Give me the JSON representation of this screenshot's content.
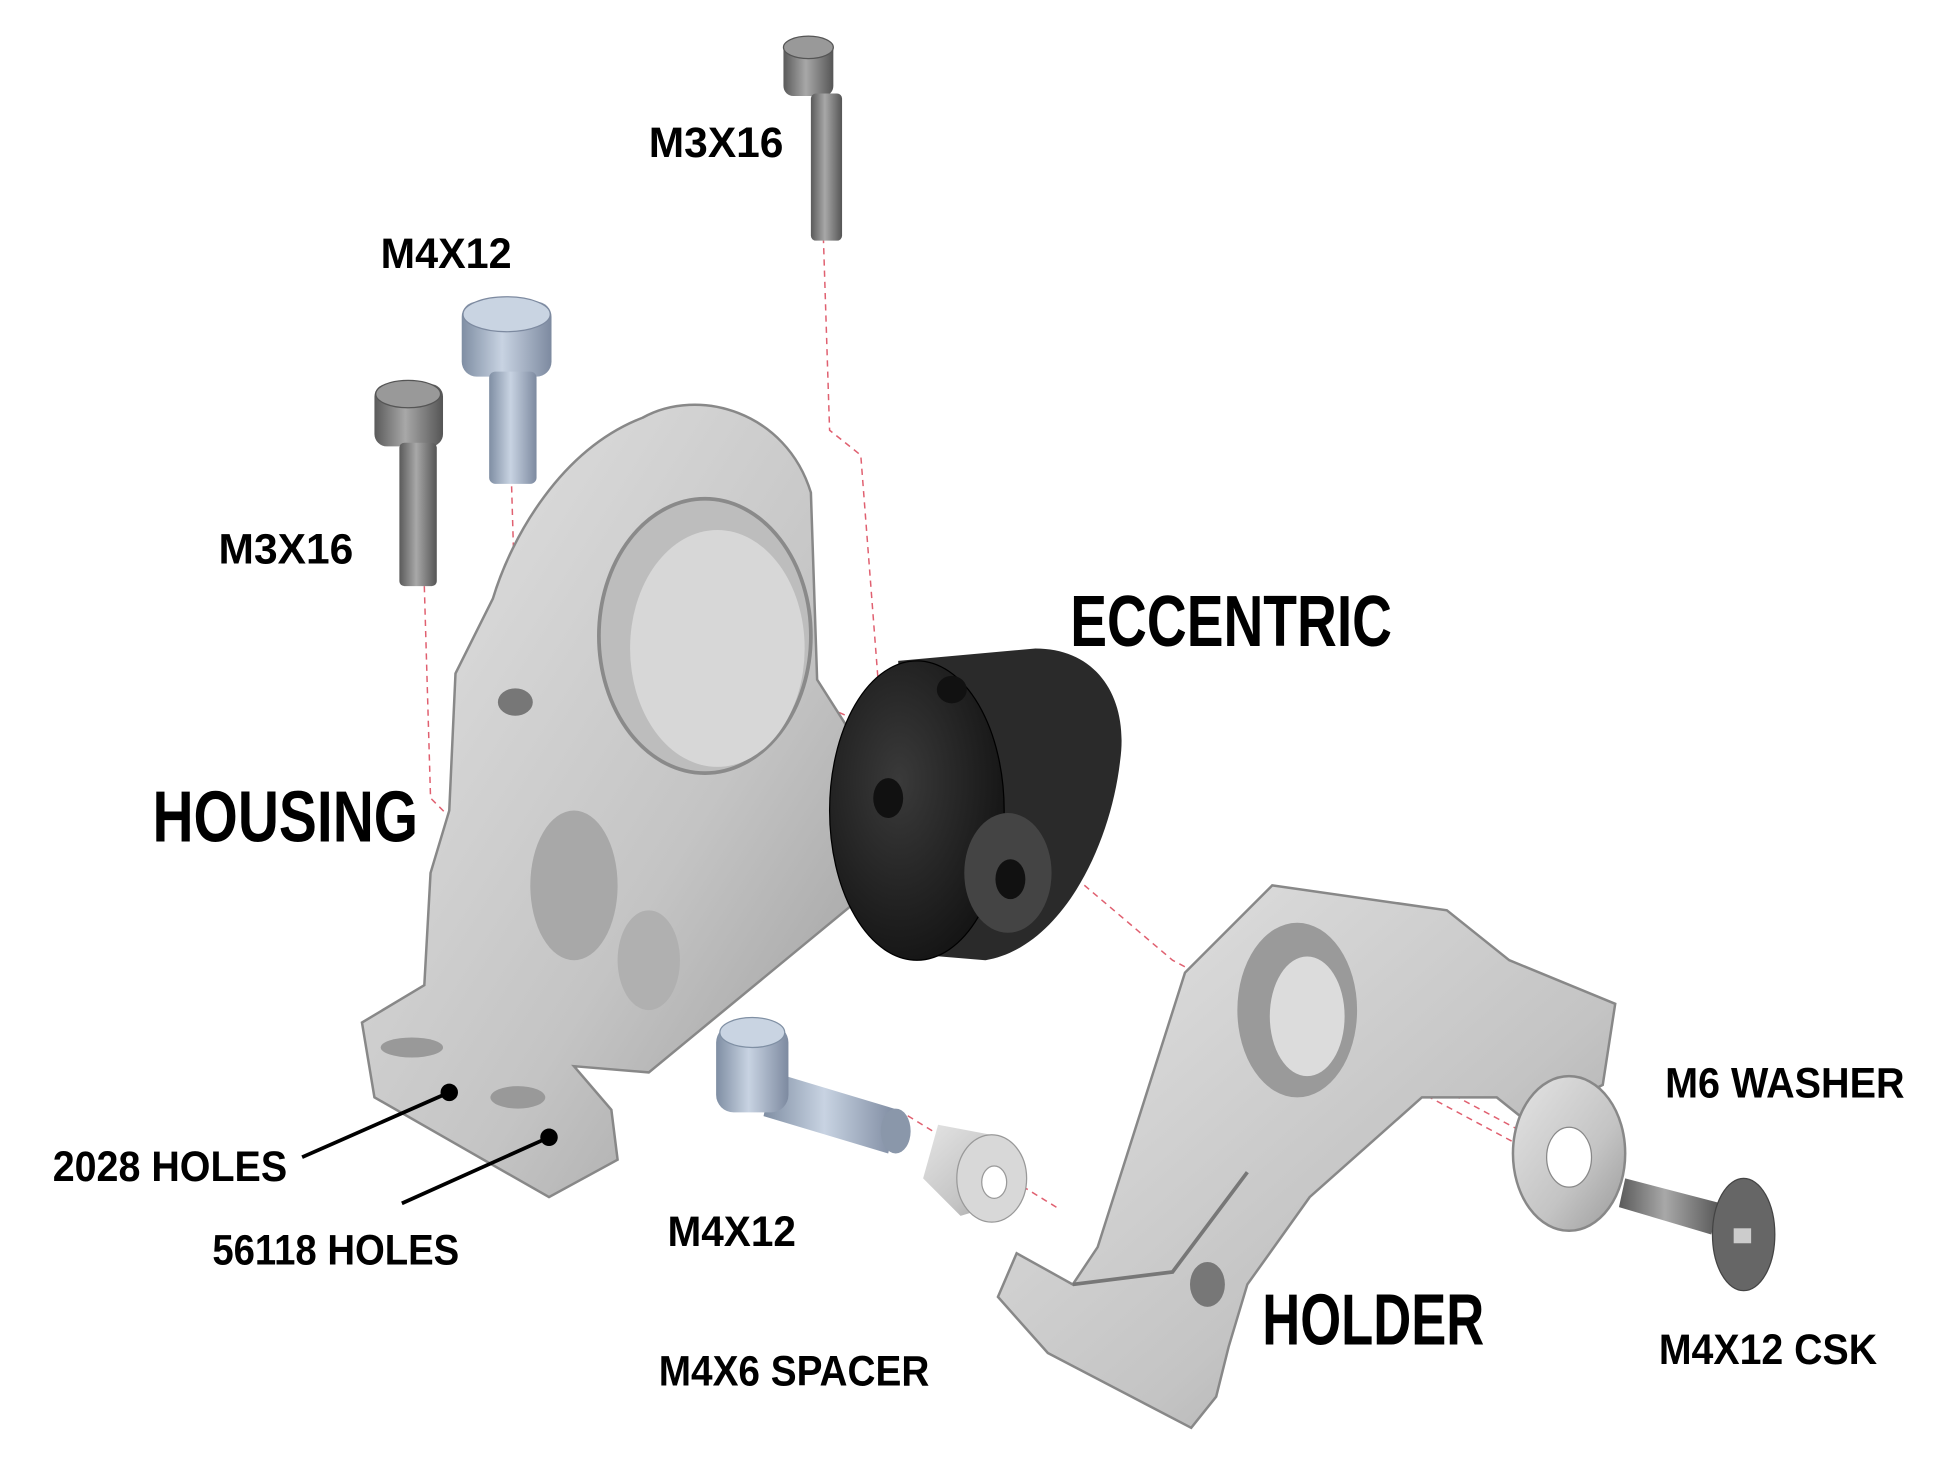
{
  "diagram": {
    "labels": {
      "m3x16_top": "M3X16",
      "m4x12_top": "M4X12",
      "m3x16_left": "M3X16",
      "eccentric": "ECCENTRIC",
      "housing": "HOUSING",
      "holes_2028": "2028 HOLES",
      "holes_56118": "56118 HOLES",
      "m4x12_bottom": "M4X12",
      "spacer": "M4X6 SPACER",
      "holder": "HOLDER",
      "washer": "M6 WASHER",
      "csk": "M4X12 CSK"
    },
    "colors": {
      "aluminium": "#c8c8c8",
      "eccentric": "#2a2a2a",
      "steel_screw": "#7a7a7a",
      "blue_screw": "#a9b8cc",
      "guide_line": "#e06070"
    }
  }
}
